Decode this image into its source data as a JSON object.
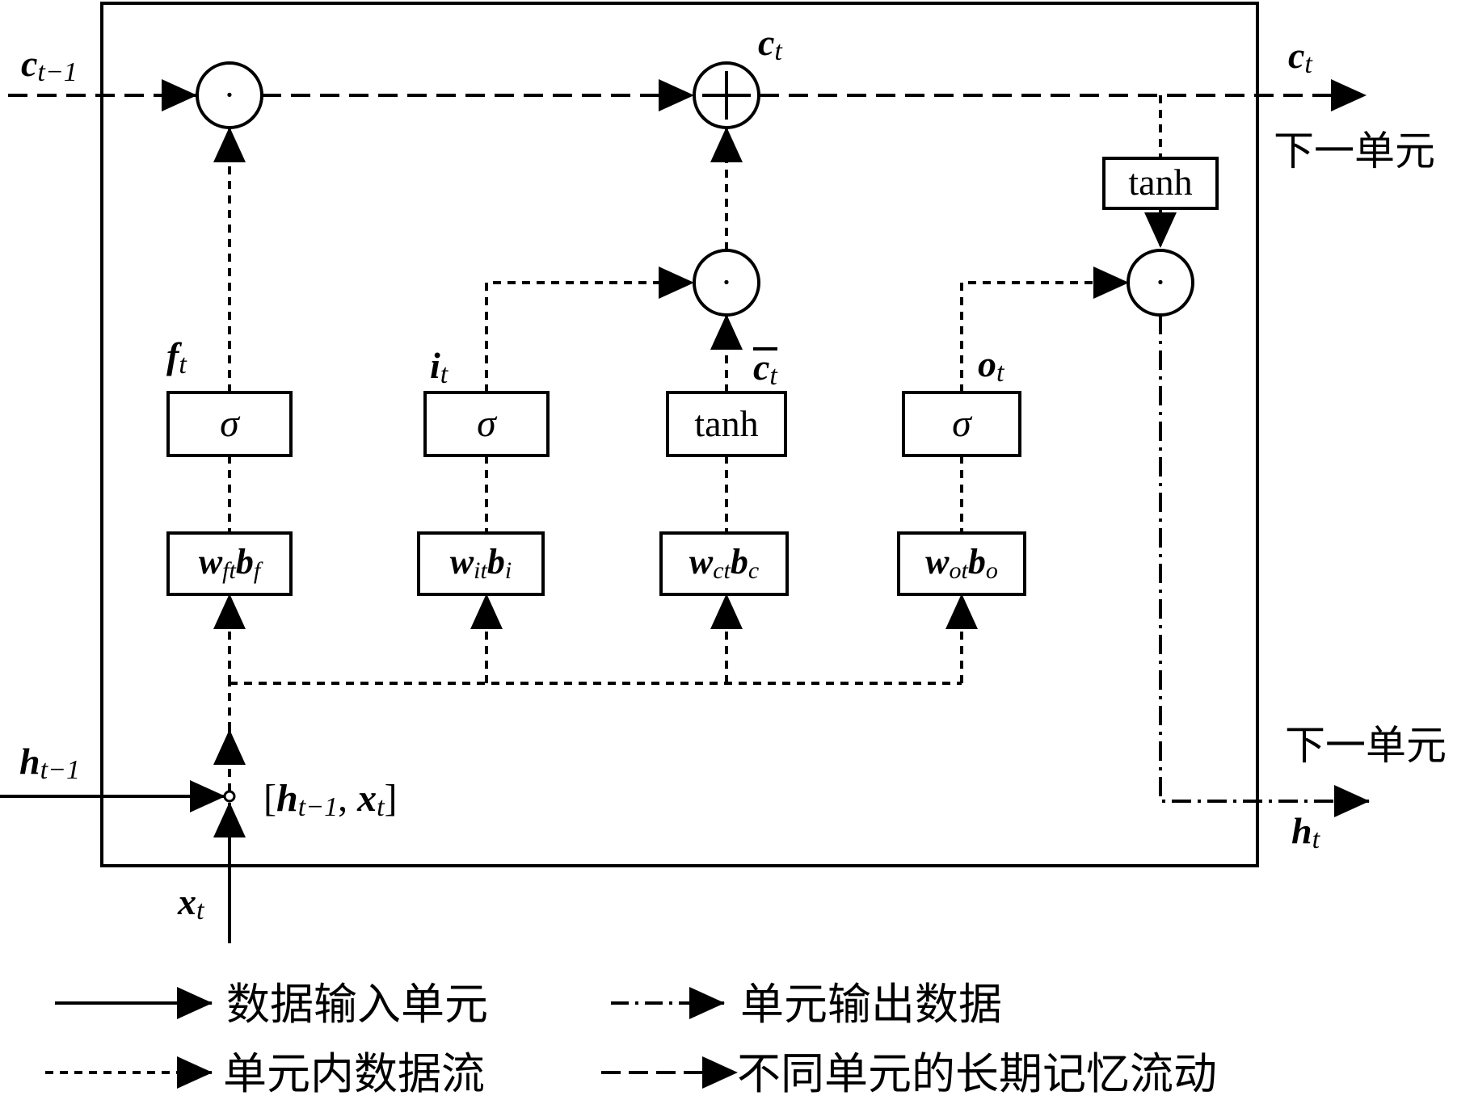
{
  "labels": {
    "c_prev": {
      "main": "c",
      "sub": "t−1"
    },
    "c_t_top": {
      "main": "c",
      "sub": "t"
    },
    "c_t_out": {
      "main": "c",
      "sub": "t"
    },
    "h_prev": {
      "main": "h",
      "sub": "t−1"
    },
    "h_t_out": {
      "main": "h",
      "sub": "t"
    },
    "x_t": {
      "main": "x",
      "sub": "t"
    },
    "f_t": {
      "main": "f",
      "sub": "t"
    },
    "i_t": {
      "main": "i",
      "sub": "t"
    },
    "cbar_t": {
      "main": "c",
      "sub": "t"
    },
    "o_t": {
      "main": "o",
      "sub": "t"
    },
    "concat": {
      "open": "[",
      "h": "h",
      "hsub": "t−1",
      "sep": ", ",
      "x": "x",
      "xsub": "t",
      "close": "]"
    }
  },
  "operators": {
    "multiply": "·",
    "add": "+"
  },
  "boxes": {
    "sigma": "σ",
    "tanh": "tanh",
    "w_f": {
      "w": "w",
      "wsub": "ft",
      "b": "b",
      "bsub": "f"
    },
    "w_i": {
      "w": "w",
      "wsub": "it",
      "b": "b",
      "bsub": "i"
    },
    "w_c": {
      "w": "w",
      "wsub": "ct",
      "b": "b",
      "bsub": "c"
    },
    "w_o": {
      "w": "w",
      "wsub": "ot",
      "b": "b",
      "bsub": "o"
    }
  },
  "next_unit_top": "下一单元",
  "next_unit_bottom": "下一单元",
  "legend": {
    "solid": "数据输入单元",
    "dash_dot": "单元输出数据",
    "dotted": "单元内数据流",
    "long_dash": "不同单元的长期记忆流动"
  }
}
